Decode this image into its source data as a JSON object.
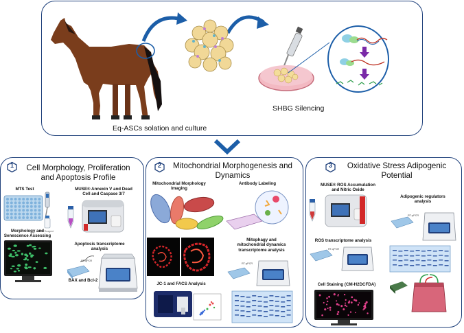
{
  "top": {
    "isolation_caption": "Eq-ASCs solation and culture",
    "silencing_caption": "SHBG Silencing"
  },
  "panels": [
    {
      "number": "1",
      "title_line1": "Cell Morphology, Proliferation",
      "title_line2": "and Apoptosis Profile",
      "labels": {
        "mts": "MTS Test",
        "muse_line1": "MUSE® Annexin V and Dead",
        "muse_line2": "Cell and Caspase 3/7",
        "morph_line1": "Morphology and",
        "morph_line2": "Senescence Assessing",
        "apop_line1": "Apoptosis transcriptome",
        "apop_line2": "analysis",
        "bax": "BAX and Bcl-2",
        "mts_reagent": "MTS Reagent",
        "rtqpcr": "RT-qPCR"
      }
    },
    {
      "number": "2",
      "title_line1": "Mitochondrial Morphogenesis and",
      "title_line2": "Dynamics",
      "labels": {
        "mito_line1": "Mitochondrial Morphology",
        "mito_line2": "Imaging",
        "antibody": "Antibody Labeling",
        "mitophagy_line1": "Mitophagy and",
        "mitophagy_line2": "mitochondrial dynamics",
        "mitophagy_line3": "transcriptome analysis",
        "jc1": "JC-1 and FACS Analysis",
        "rtqpcr": "RT-qPCR"
      }
    },
    {
      "number": "3",
      "title_line1": "Oxidative Stress Adipogenic",
      "title_line2": "Potential",
      "labels": {
        "ros_line1": "MUSE® ROS Accumulation",
        "ros_line2": "and Nitric Oxide",
        "adipo_line1": "Adipogenic regulators",
        "adipo_line2": "analysis",
        "ros_tx": "ROS transcriptome analysis",
        "staining": "Cell Staining (CM-H2DCFDA)",
        "rtqpcr": "RT-qPCR"
      }
    }
  ],
  "colors": {
    "border": "#1d3f7a",
    "arrow": "#1c5ea8",
    "horse_body": "#7a3d1c",
    "dish": "#e89aa6",
    "rna_arrow": "#7a2aa8"
  }
}
